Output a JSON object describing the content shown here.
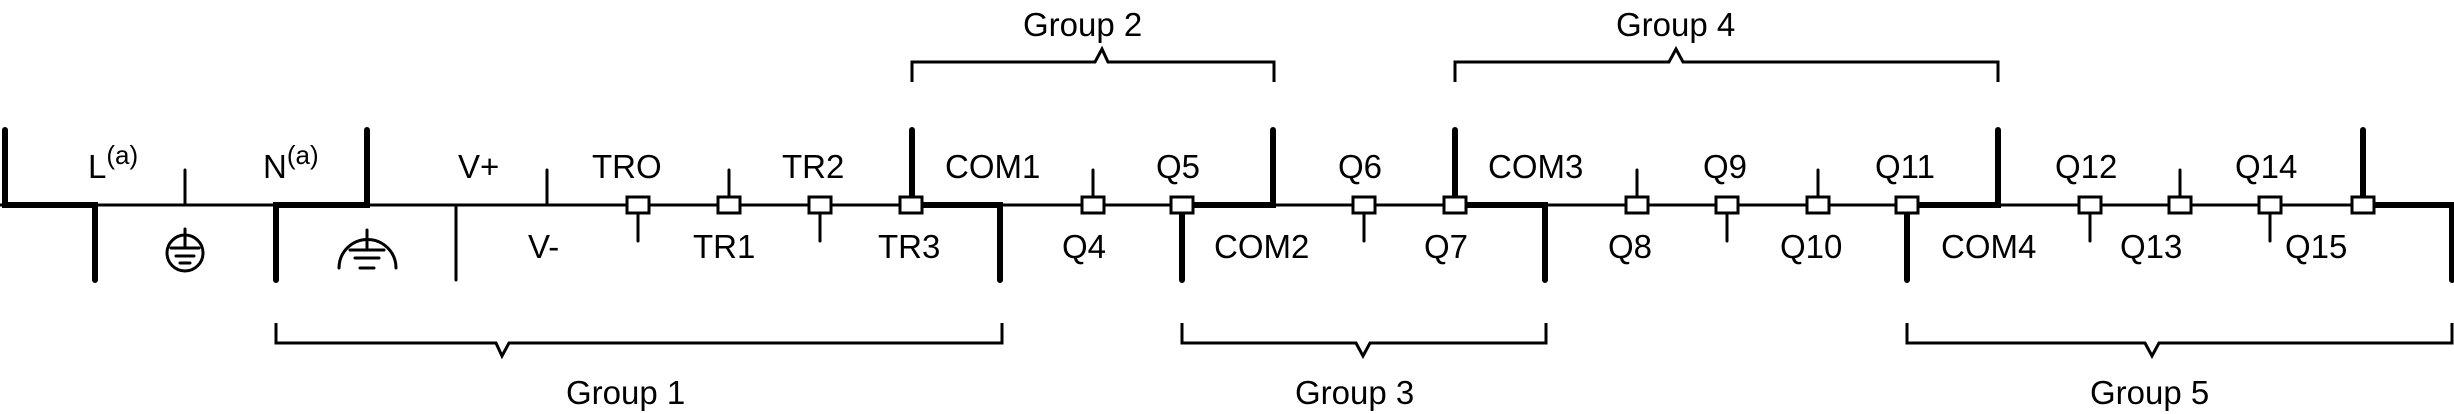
{
  "diagram": {
    "title": "Terminal block wiring layout",
    "terminals_top": [
      {
        "id": "L",
        "label": "L",
        "superscript": "(a)"
      },
      {
        "id": "N",
        "label": "N",
        "superscript": "(a)"
      },
      {
        "id": "Vplus",
        "label": "V+"
      },
      {
        "id": "TRO",
        "label": "TRO"
      },
      {
        "id": "TR2",
        "label": "TR2"
      },
      {
        "id": "COM1",
        "label": "COM1"
      },
      {
        "id": "Q5",
        "label": "Q5"
      },
      {
        "id": "Q6",
        "label": "Q6"
      },
      {
        "id": "COM3",
        "label": "COM3"
      },
      {
        "id": "Q9",
        "label": "Q9"
      },
      {
        "id": "Q11",
        "label": "Q11"
      },
      {
        "id": "Q12",
        "label": "Q12"
      },
      {
        "id": "Q14",
        "label": "Q14"
      }
    ],
    "terminals_bottom": [
      {
        "id": "PE",
        "label": "",
        "icon": "protective-earth-icon"
      },
      {
        "id": "FE",
        "label": "",
        "icon": "functional-earth-icon"
      },
      {
        "id": "Vminus",
        "label": "V-"
      },
      {
        "id": "TR1",
        "label": "TR1"
      },
      {
        "id": "TR3",
        "label": "TR3"
      },
      {
        "id": "Q4",
        "label": "Q4"
      },
      {
        "id": "COM2",
        "label": "COM2"
      },
      {
        "id": "Q7",
        "label": "Q7"
      },
      {
        "id": "Q8",
        "label": "Q8"
      },
      {
        "id": "Q10",
        "label": "Q10"
      },
      {
        "id": "COM4",
        "label": "COM4"
      },
      {
        "id": "Q13",
        "label": "Q13"
      },
      {
        "id": "Q15",
        "label": "Q15"
      }
    ],
    "groups": [
      {
        "id": "group1",
        "label": "Group 1",
        "position": "bottom",
        "members": [
          "N",
          "Vplus",
          "Vminus",
          "TRO",
          "TR1",
          "TR2",
          "TR3"
        ]
      },
      {
        "id": "group2",
        "label": "Group 2",
        "position": "top",
        "members": [
          "COM1",
          "Q4",
          "Q5"
        ]
      },
      {
        "id": "group3",
        "label": "Group 3",
        "position": "bottom",
        "members": [
          "COM2",
          "Q6",
          "Q7"
        ]
      },
      {
        "id": "group4",
        "label": "Group 4",
        "position": "top",
        "members": [
          "COM3",
          "Q8",
          "Q9",
          "Q10",
          "Q11"
        ]
      },
      {
        "id": "group5",
        "label": "Group 5",
        "position": "bottom",
        "members": [
          "COM4",
          "Q12",
          "Q13",
          "Q14",
          "Q15"
        ]
      }
    ]
  }
}
